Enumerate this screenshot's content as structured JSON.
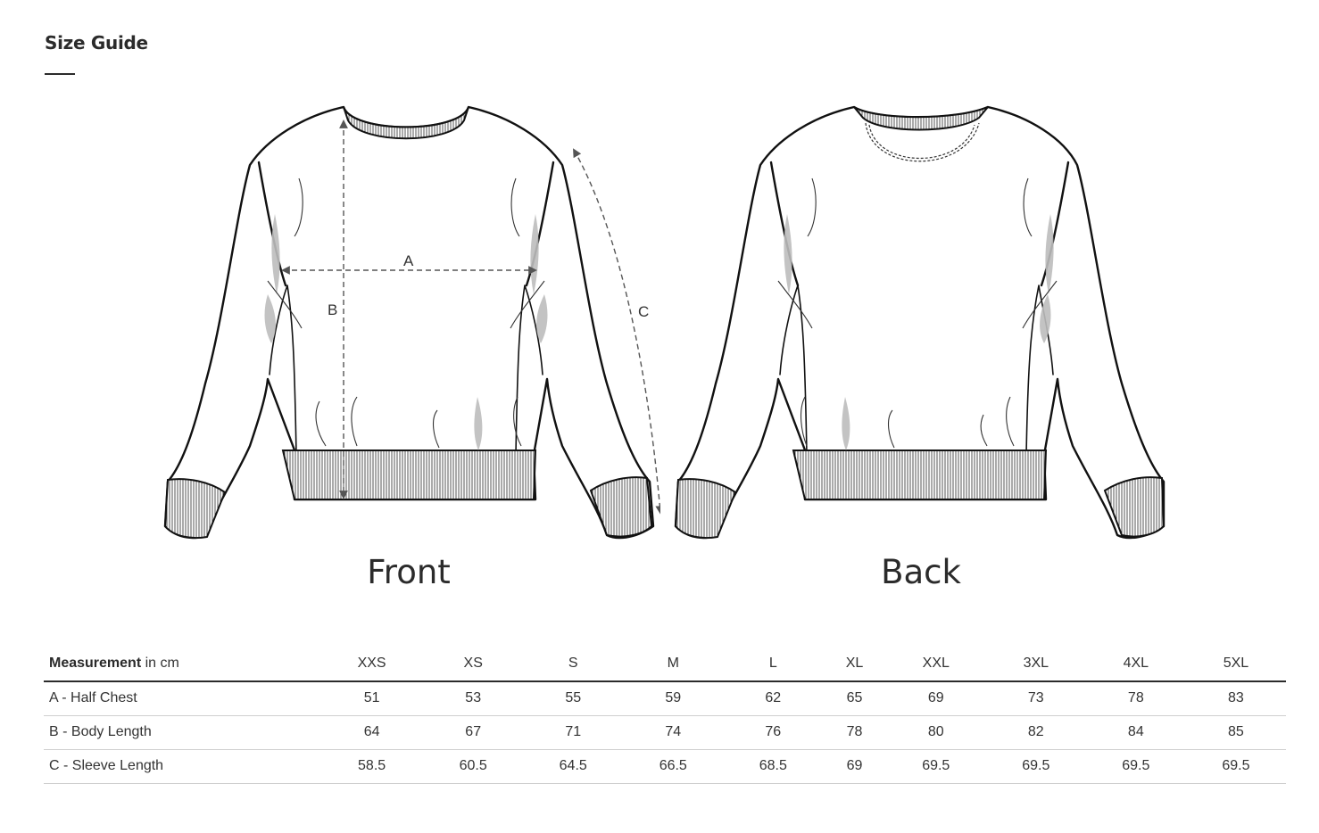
{
  "title": "Size Guide",
  "views": {
    "front": "Front",
    "back": "Back"
  },
  "measure_labels": {
    "a": "A",
    "b": "B",
    "c": "C"
  },
  "table": {
    "header_strong": "Measurement",
    "header_unit": "in cm",
    "sizes": [
      "XXS",
      "XS",
      "S",
      "M",
      "L",
      "XL",
      "XXL",
      "3XL",
      "4XL",
      "5XL"
    ],
    "rows": [
      {
        "label": "A - Half Chest",
        "values": [
          "51",
          "53",
          "55",
          "59",
          "62",
          "65",
          "69",
          "73",
          "78",
          "83"
        ]
      },
      {
        "label": "B - Body Length",
        "values": [
          "64",
          "67",
          "71",
          "74",
          "76",
          "78",
          "80",
          "82",
          "84",
          "85"
        ]
      },
      {
        "label": "C - Sleeve Length",
        "values": [
          "58.5",
          "60.5",
          "64.5",
          "66.5",
          "68.5",
          "69",
          "69.5",
          "69.5",
          "69.5",
          "69.5"
        ]
      }
    ]
  },
  "colors": {
    "text": "#2b2b2b",
    "line": "#111111",
    "rib": "#555555",
    "shade": "#bdbdbd",
    "dim": "#555555"
  }
}
